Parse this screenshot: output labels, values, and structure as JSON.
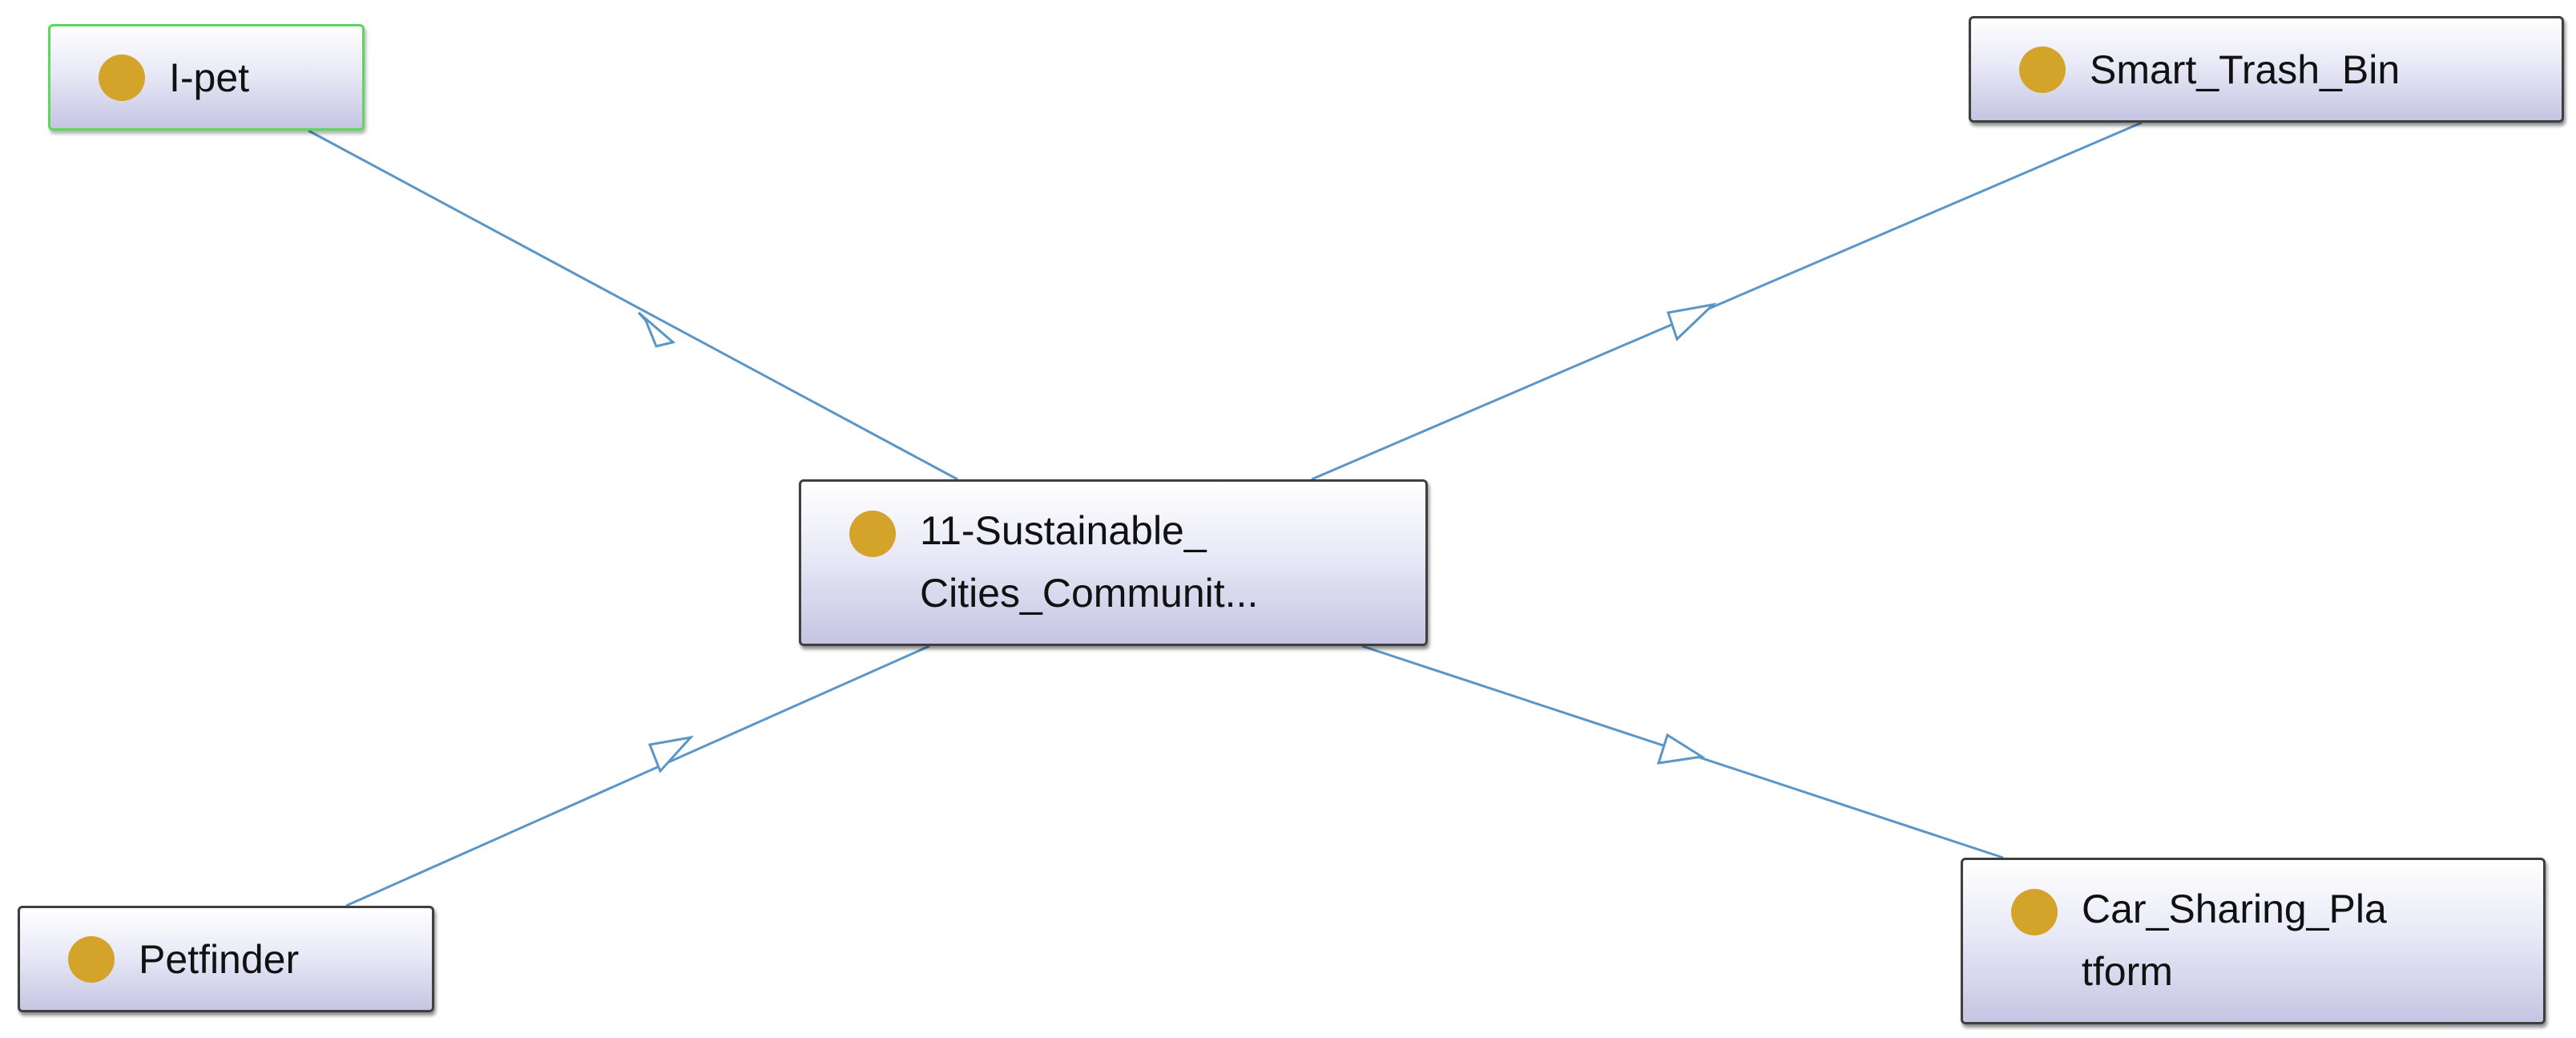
{
  "diagram": {
    "colors": {
      "edge": "#5b96c8",
      "node_dot": "#d4a32a",
      "node_border": "#3f3f3f",
      "selected_border": "#5cd65c"
    },
    "edge_style": "subclass-of (hollow triangle arrow)",
    "nodes": {
      "center": {
        "line1": "11-Sustainable_",
        "line2": "Cities_Communit..."
      },
      "ipet": {
        "label": "I-pet",
        "selected": true
      },
      "smart_trash_bin": {
        "label": "Smart_Trash_Bin"
      },
      "petfinder": {
        "label": "Petfinder"
      },
      "car_sharing": {
        "line1": "Car_Sharing_Pla",
        "line2": "tform"
      }
    }
  }
}
